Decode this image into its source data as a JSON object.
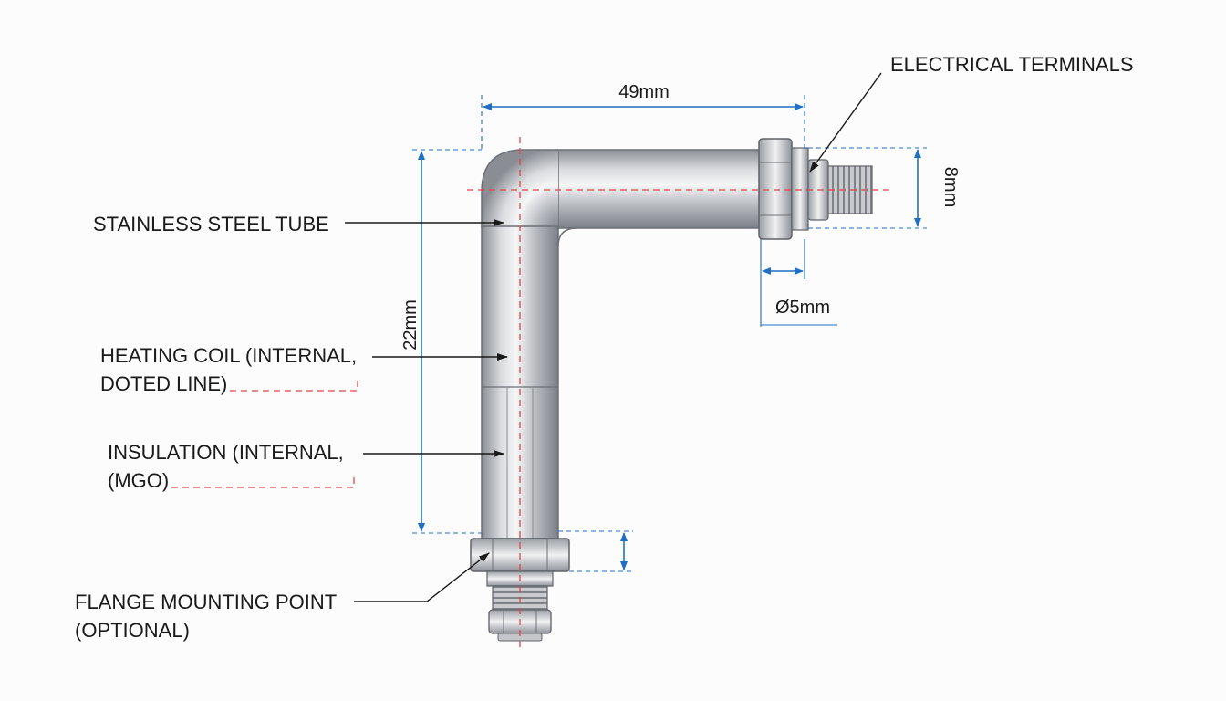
{
  "labels": {
    "electrical_terminals": "ELECTRICAL TERMINALS",
    "stainless_tube": "STAINLESS STEEL TUBE",
    "heating_coil_line1": "HEATING COIL (INTERNAL,",
    "heating_coil_line2": "DOTED LINE)",
    "insulation_line1": "INSULATION (INTERNAL,",
    "insulation_line2": "(MGO)",
    "flange_line1": "FLANGE MOUNTING POINT",
    "flange_line2": "(OPTIONAL)"
  },
  "dimensions": {
    "length_horizontal": "49mm",
    "length_vertical": "22mm",
    "terminal_height": "8mm",
    "terminal_diameter": "Ø5mm"
  },
  "colors": {
    "dimension_line": "#1f6fc4",
    "center_line": "#e04545",
    "leader_line": "#1a1a1a",
    "steel_dark": "#7d8188",
    "steel_light": "#f2f3f5"
  }
}
